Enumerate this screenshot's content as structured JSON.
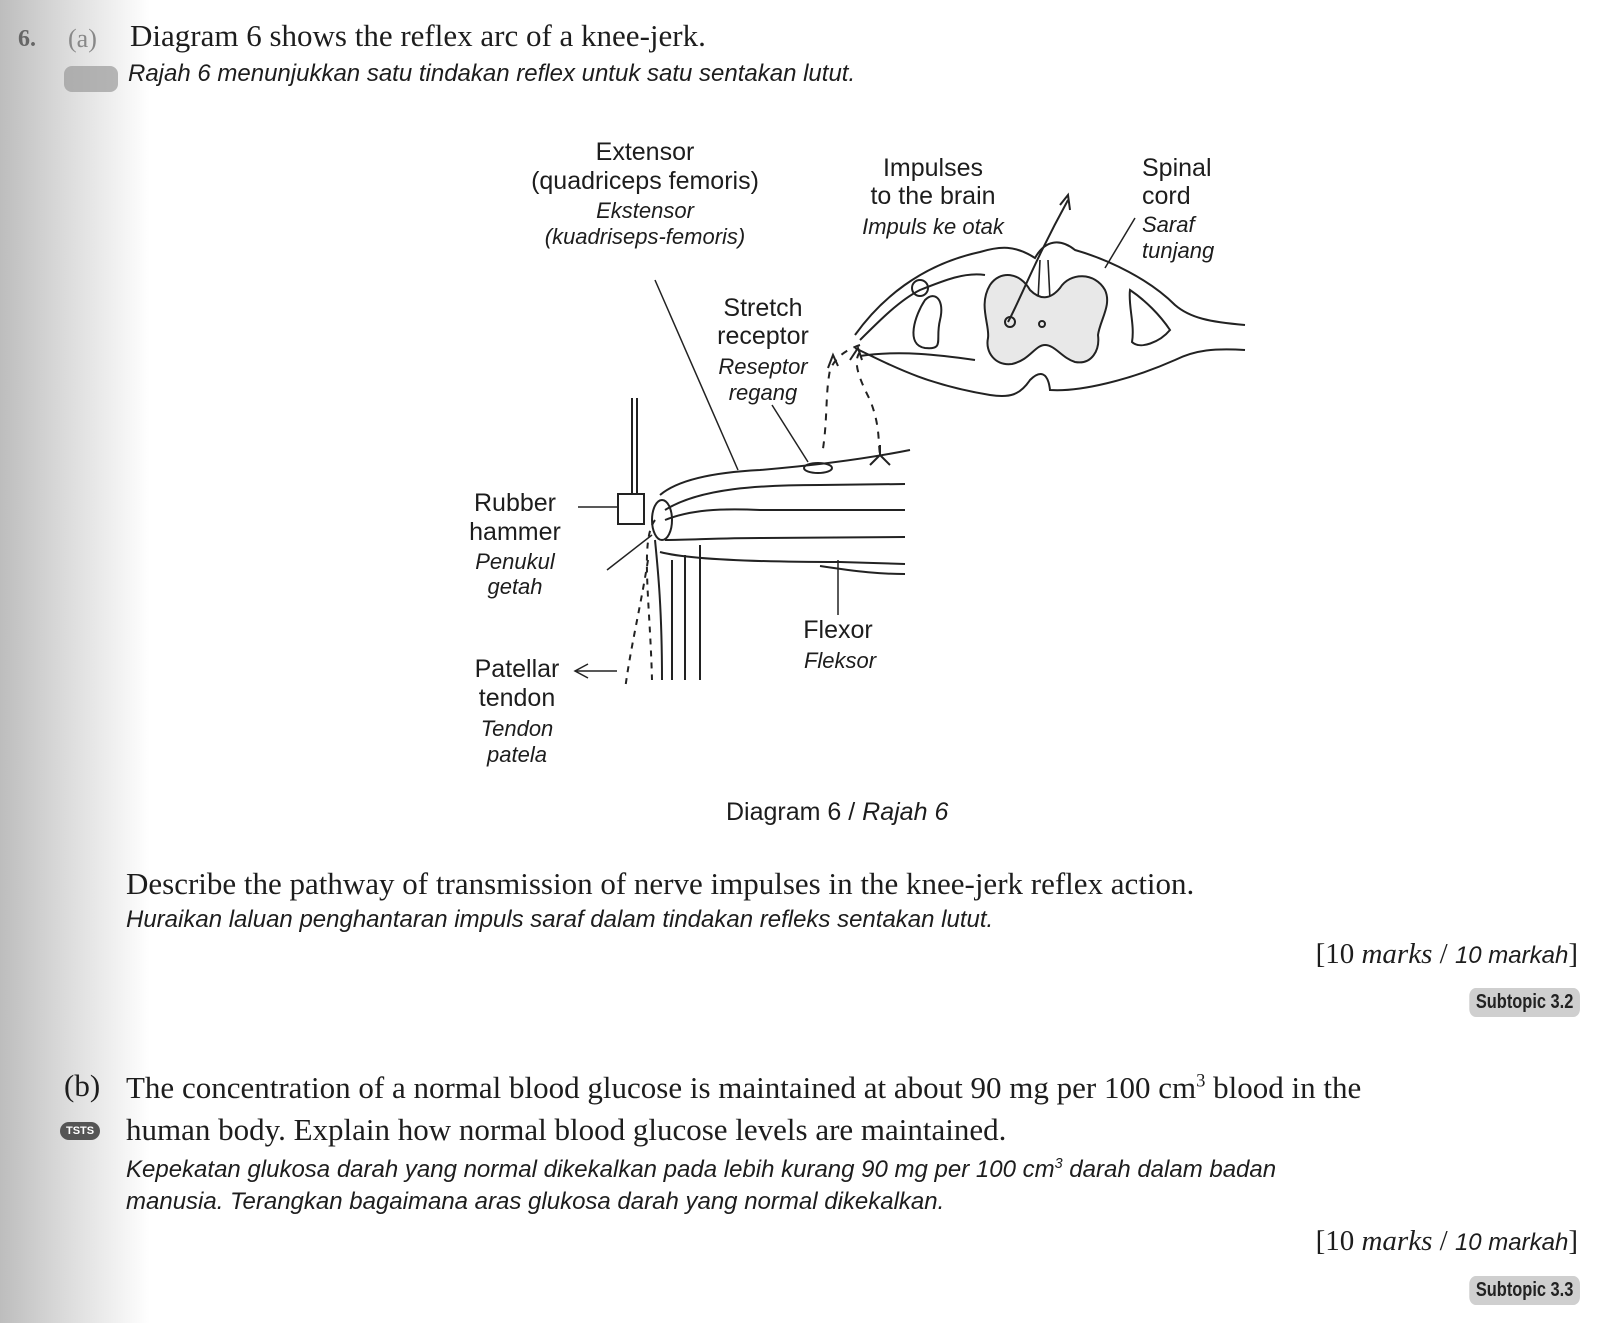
{
  "part_a": {
    "question_number": "6.",
    "part_label": "(a)",
    "intro_en": "Diagram 6 shows the reflex arc of a knee-jerk.",
    "intro_ms": "Rajah 6 menunjukkan satu tindakan reflex untuk satu sentakan lutut.",
    "diagram": {
      "labels": {
        "extensor_en_1": "Extensor",
        "extensor_en_2": "(quadriceps femoris)",
        "extensor_ms_1": "Ekstensor",
        "extensor_ms_2": "(kuadriseps-femoris)",
        "impulses_en_1": "Impulses",
        "impulses_en_2": "to the brain",
        "impulses_ms": "Impuls ke otak",
        "spinal_en_1": "Spinal",
        "spinal_en_2": "cord",
        "spinal_ms_1": "Saraf",
        "spinal_ms_2": "tunjang",
        "stretch_en_1": "Stretch",
        "stretch_en_2": "receptor",
        "stretch_ms_1": "Reseptor",
        "stretch_ms_2": "regang",
        "hammer_en_1": "Rubber",
        "hammer_en_2": "hammer",
        "hammer_ms_1": "Penukul",
        "hammer_ms_2": "getah",
        "flexor_en": "Flexor",
        "flexor_ms": "Fleksor",
        "patellar_en_1": "Patellar",
        "patellar_en_2": "tendon",
        "patellar_ms_1": "Tendon",
        "patellar_ms_2": "patela"
      },
      "caption_en": "Diagram 6 /",
      "caption_ms": "Rajah 6"
    },
    "question_en": "Describe the pathway of transmission of nerve impulses in the knee-jerk reflex action.",
    "question_ms": "Huraikan laluan penghantaran impuls saraf dalam tindakan refleks sentakan lutut.",
    "marks_num": "[10",
    "marks_word": "marks",
    "marks_sep": "/",
    "marks_ms": "10 markah",
    "marks_close": "]",
    "subtopic": "Subtopic 3.2"
  },
  "part_b": {
    "label": "(b)",
    "badge": "TSTS",
    "question_en_1a": "The concentration of a normal blood glucose is maintained at about 90 mg per 100 cm",
    "question_en_1sup": "3",
    "question_en_1b": " blood in the",
    "question_en_2": "human body. Explain how normal blood glucose levels are maintained.",
    "question_ms_1a": "Kepekatan glukosa darah yang normal dikekalkan pada lebih kurang 90 mg per 100 cm",
    "question_ms_1sup": "3",
    "question_ms_1b": " darah dalam badan",
    "question_ms_2": "manusia. Terangkan bagaimana aras glukosa darah yang normal dikekalkan.",
    "marks_num": "[10",
    "marks_word": "marks",
    "marks_sep": "/",
    "marks_ms": "10 markah",
    "marks_close": "]",
    "subtopic": "Subtopic 3.3"
  }
}
